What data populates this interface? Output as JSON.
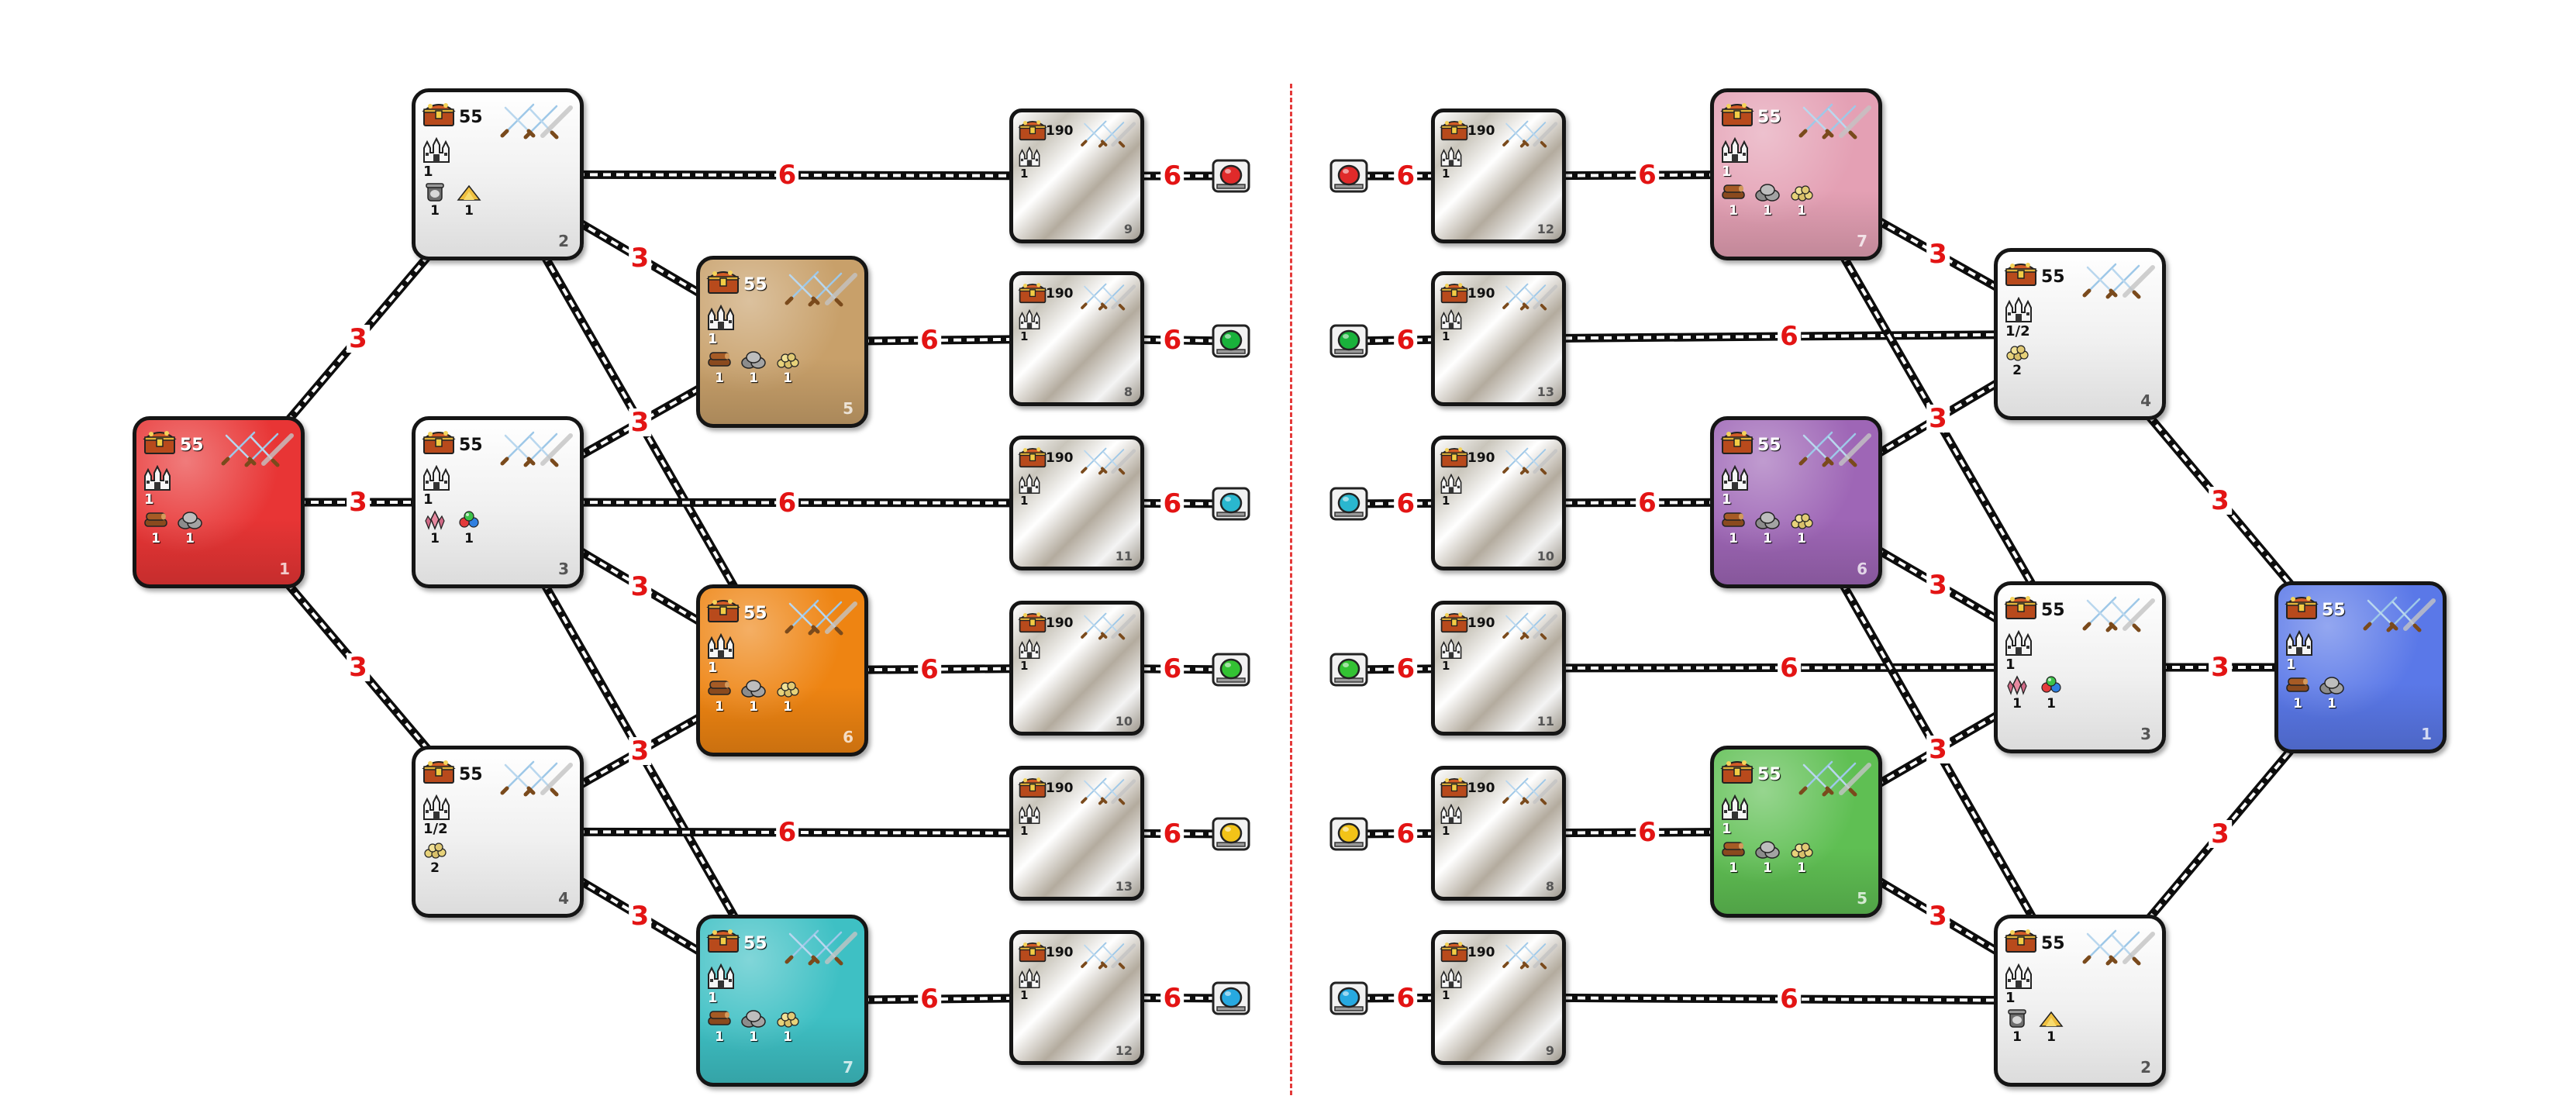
{
  "map": {
    "edge_labels": [
      "3",
      "3",
      "3",
      "3",
      "3",
      "3",
      "3",
      "3",
      "6",
      "6",
      "6",
      "6",
      "6",
      "6",
      "6",
      "6",
      "6",
      "6",
      "6",
      "6",
      "6",
      "6",
      "6",
      "6",
      "6",
      "6",
      "6",
      "6",
      "6",
      "6",
      "6",
      "6",
      "6",
      "6",
      "6",
      "6",
      "6",
      "6",
      "6",
      "6",
      "6",
      "6",
      "6",
      "6",
      "3",
      "3",
      "3",
      "3",
      "3",
      "3",
      "3",
      "3",
      "3",
      "3",
      "3"
    ],
    "nodes": [
      {
        "id": "1",
        "gold": "55",
        "castle": "1",
        "resources": [
          {
            "icon": "wood",
            "value": "1"
          },
          {
            "icon": "ore",
            "value": "1"
          }
        ],
        "color": "red"
      },
      {
        "id": "2",
        "gold": "55",
        "castle": "1",
        "resources": [
          {
            "icon": "mercury",
            "value": "1"
          },
          {
            "icon": "sulfur",
            "value": "1"
          }
        ],
        "color": "neutral"
      },
      {
        "id": "3",
        "gold": "55",
        "castle": "1",
        "resources": [
          {
            "icon": "crystal",
            "value": "1"
          },
          {
            "icon": "gems",
            "value": "1"
          }
        ],
        "color": "neutral"
      },
      {
        "id": "4",
        "gold": "55",
        "castle": "1/2",
        "resources": [
          {
            "icon": "gold-pile",
            "value": "2"
          }
        ],
        "color": "neutral"
      },
      {
        "id": "5",
        "gold": "55",
        "castle": "1",
        "resources": [
          {
            "icon": "wood",
            "value": "1"
          },
          {
            "icon": "ore",
            "value": "1"
          },
          {
            "icon": "gold-pile",
            "value": "1"
          }
        ],
        "color": "tan"
      },
      {
        "id": "6",
        "gold": "55",
        "castle": "1",
        "resources": [
          {
            "icon": "wood",
            "value": "1"
          },
          {
            "icon": "ore",
            "value": "1"
          },
          {
            "icon": "gold-pile",
            "value": "1"
          }
        ],
        "color": "orange"
      },
      {
        "id": "7",
        "gold": "55",
        "castle": "1",
        "resources": [
          {
            "icon": "wood",
            "value": "1"
          },
          {
            "icon": "ore",
            "value": "1"
          },
          {
            "icon": "gold-pile",
            "value": "1"
          }
        ],
        "color": "teal"
      },
      {
        "id": "9",
        "gold": "190",
        "castle": "1",
        "color": "silver"
      },
      {
        "id": "8",
        "gold": "190",
        "castle": "1",
        "color": "silver"
      },
      {
        "id": "11",
        "gold": "190",
        "castle": "1",
        "color": "silver"
      },
      {
        "id": "10",
        "gold": "190",
        "castle": "1",
        "color": "silver"
      },
      {
        "id": "13",
        "gold": "190",
        "castle": "1",
        "color": "silver"
      },
      {
        "id": "12",
        "gold": "190",
        "castle": "1",
        "color": "silver"
      },
      {
        "id": "12",
        "gold": "190",
        "castle": "1",
        "color": "silver"
      },
      {
        "id": "13",
        "gold": "190",
        "castle": "1",
        "color": "silver"
      },
      {
        "id": "10",
        "gold": "190",
        "castle": "1",
        "color": "silver"
      },
      {
        "id": "11",
        "gold": "190",
        "castle": "1",
        "color": "silver"
      },
      {
        "id": "8",
        "gold": "190",
        "castle": "1",
        "color": "silver"
      },
      {
        "id": "9",
        "gold": "190",
        "castle": "1",
        "color": "silver"
      },
      {
        "id": "7",
        "gold": "55",
        "castle": "1",
        "resources": [
          {
            "icon": "wood",
            "value": "1"
          },
          {
            "icon": "ore",
            "value": "1"
          },
          {
            "icon": "gold-pile",
            "value": "1"
          }
        ],
        "color": "pink"
      },
      {
        "id": "6",
        "gold": "55",
        "castle": "1",
        "resources": [
          {
            "icon": "wood",
            "value": "1"
          },
          {
            "icon": "ore",
            "value": "1"
          },
          {
            "icon": "gold-pile",
            "value": "1"
          }
        ],
        "color": "purple"
      },
      {
        "id": "5",
        "gold": "55",
        "castle": "1",
        "resources": [
          {
            "icon": "wood",
            "value": "1"
          },
          {
            "icon": "ore",
            "value": "1"
          },
          {
            "icon": "gold-pile",
            "value": "1"
          }
        ],
        "color": "green"
      },
      {
        "id": "4",
        "gold": "55",
        "castle": "1/2",
        "resources": [
          {
            "icon": "gold-pile",
            "value": "2"
          }
        ],
        "color": "neutral"
      },
      {
        "id": "3",
        "gold": "55",
        "castle": "1",
        "resources": [
          {
            "icon": "crystal",
            "value": "1"
          },
          {
            "icon": "gems",
            "value": "1"
          }
        ],
        "color": "neutral"
      },
      {
        "id": "2",
        "gold": "55",
        "castle": "1",
        "resources": [
          {
            "icon": "mercury",
            "value": "1"
          },
          {
            "icon": "sulfur",
            "value": "1"
          }
        ],
        "color": "neutral"
      },
      {
        "id": "1",
        "gold": "55",
        "castle": "1",
        "resources": [
          {
            "icon": "wood",
            "value": "1"
          },
          {
            "icon": "ore",
            "value": "1"
          }
        ],
        "color": "blue"
      }
    ],
    "portals": [
      {
        "color": "#e02a2a"
      },
      {
        "color": "#e02a2a"
      },
      {
        "color": "#19b23b"
      },
      {
        "color": "#19b23b"
      },
      {
        "color": "#2ab7cf"
      },
      {
        "color": "#2ab7cf"
      },
      {
        "color": "#33c233"
      },
      {
        "color": "#33c233"
      },
      {
        "color": "#f2c318"
      },
      {
        "color": "#f2c318"
      },
      {
        "color": "#27a9e0"
      },
      {
        "color": "#27a9e0"
      }
    ],
    "colors": {
      "red": "#e83535",
      "tan": "#c8a06a",
      "orange": "#ee8412",
      "teal": "#3ec0c4",
      "pink": "#e4a0b4",
      "purple": "#9e66b6",
      "green": "#5fbf53",
      "blue": "#5a78e8",
      "edge_label": "#e31414",
      "divider": "#e43a3a"
    }
  }
}
